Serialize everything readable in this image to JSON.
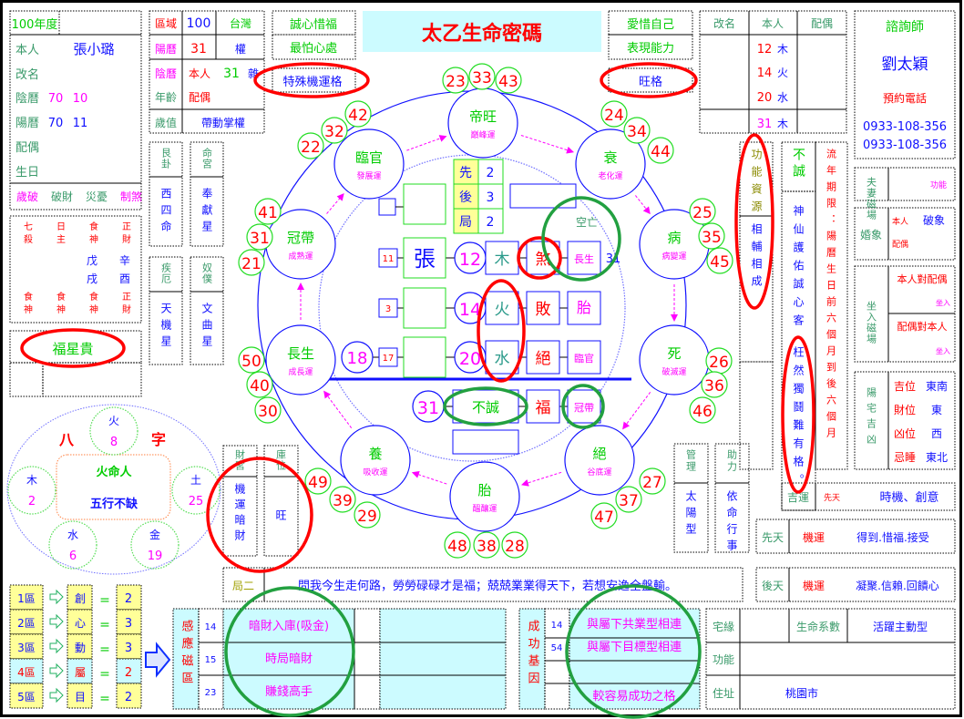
{
  "title": "太乙生命密碼",
  "header": {
    "left": [
      "誠心惜福",
      "最怕心處"
    ],
    "right": [
      "愛惜自己",
      "表現能力"
    ],
    "special_left": "特殊機運格",
    "special_right": "旺格"
  },
  "profile": {
    "year": "100年度",
    "self_label": "本人",
    "name": "張小璐",
    "rename_label": "改名",
    "lunar_label": "陰曆",
    "lunar": [
      "70",
      "10"
    ],
    "solar_label": "陽曆",
    "solar": [
      "70",
      "11"
    ],
    "spouse_label": "配偶",
    "birthday_label": "生日",
    "flags": [
      "歲破",
      "破財",
      "災憂",
      "制煞"
    ]
  },
  "region": {
    "region_label": "區域",
    "region_code": "100",
    "region_name": "台灣",
    "solar_label": "陽曆",
    "solar_value": "31",
    "solar_trait": "權",
    "lunar_label": "陰曆",
    "self_label": "本人",
    "self_value": "31",
    "self_trait": "雜",
    "age_label": "年齡",
    "spouse_label": "配偶",
    "year_value_label": "歲值",
    "year_value": "帶動掌權"
  },
  "side_cards": [
    {
      "title": "艮卦",
      "value": "西四命"
    },
    {
      "title": "命宮",
      "value": "奉獻星"
    },
    {
      "title": "疾厄",
      "value": "天機星"
    },
    {
      "title": "奴僕",
      "value": "文曲星"
    }
  ],
  "bazi_table": {
    "top": [
      "七殺",
      "日主",
      "食神",
      "正財"
    ],
    "stems": [
      "",
      "",
      "戊",
      "辛"
    ],
    "branches": [
      "",
      "",
      "戌",
      "酉"
    ],
    "bottom": [
      "食神",
      "食神",
      "食神",
      "正財"
    ]
  },
  "star": "福星貴",
  "bazi_wheel": {
    "ba": "八",
    "zi": "字",
    "fate": "火命人",
    "summary": "五行不缺",
    "elements": [
      {
        "name": "火",
        "value": "8"
      },
      {
        "name": "木",
        "value": "2"
      },
      {
        "name": "土",
        "value": "25"
      },
      {
        "name": "水",
        "value": "6"
      },
      {
        "name": "金",
        "value": "19"
      }
    ]
  },
  "zones": [
    {
      "zone": "1區",
      "key": "創",
      "value": "2"
    },
    {
      "zone": "2區",
      "key": "心",
      "value": "3"
    },
    {
      "zone": "3區",
      "key": "動",
      "value": "3"
    },
    {
      "zone": "4區",
      "key": "屬",
      "value": "2"
    },
    {
      "zone": "5區",
      "key": "目",
      "value": "2"
    }
  ],
  "zone_equals": "=",
  "resonance": {
    "label": "感應磁區",
    "rows": [
      {
        "num": "14",
        "text": "暗財入庫(吸金)"
      },
      {
        "num": "15",
        "text": "時局暗財"
      },
      {
        "num": "23",
        "text": "賺錢高手"
      }
    ]
  },
  "success": {
    "label": "成功基因",
    "rows": [
      {
        "num": "14",
        "text": "與屬下共業型相連"
      },
      {
        "num": "54",
        "text": "與屬下目標型相連"
      },
      {
        "num": "",
        "text": ""
      },
      {
        "num": "",
        "text": "較容易成功之格"
      }
    ]
  },
  "info": {
    "house_label": "宅緣",
    "life_label": "生命系數",
    "life_value": "活躍主動型",
    "function_label": "功能",
    "address_label": "住址",
    "address": "桃園市"
  },
  "verse": {
    "label": "局二",
    "text": "問我今生走何路，勞勞碌碌才是福；兢兢業業得天下，若想安逸全盤輸。"
  },
  "innate": {
    "label": "先天",
    "key": "機運",
    "value": "得到.惜福.接受"
  },
  "acquired": {
    "label": "後天",
    "key": "機運",
    "value": "凝聚.信賴.回饋心"
  },
  "luck": {
    "label": "吉運",
    "tag": "先天",
    "value": "時機、創意"
  },
  "manage": {
    "label": "管理",
    "value": "太陽型"
  },
  "help": {
    "label": "助力",
    "value": "依命行事"
  },
  "wealth": {
    "label": "財宮",
    "value": "機運暗財"
  },
  "vault": {
    "label": "庫位",
    "value": "旺"
  },
  "element_table": {
    "headers": [
      "改名",
      "本人",
      "配偶"
    ],
    "rows": [
      {
        "num": "12",
        "el": "木"
      },
      {
        "num": "14",
        "el": "火"
      },
      {
        "num": "20",
        "el": "水"
      },
      {
        "num": "31",
        "el": "木"
      }
    ]
  },
  "consultant": {
    "label": "諮詢師",
    "name": "劉太穎",
    "phone_label": "預約電話",
    "phones": [
      "0933-108-356",
      "0933-108-356"
    ]
  },
  "function_resource": {
    "top": "功能資源",
    "bottom": "相輔相成"
  },
  "sincerity": {
    "label": "不誠",
    "verse": "神仙護佑誠心客",
    "warning": "枉然獨鬪難有格。"
  },
  "period": "流年期限：陽曆生日前六個月到後六個月",
  "couple": {
    "label": "夫妻磁場",
    "value": "功能"
  },
  "marriage": {
    "label": "婚象",
    "self": "本人",
    "spouse": "配偶",
    "value": "破象"
  },
  "enter": {
    "label": "坐入磁場",
    "rows": [
      {
        "text": "本人對配偶",
        "value": "坐入"
      },
      {
        "text": "配偶對本人",
        "value": "坐入"
      }
    ]
  },
  "feng_shui": {
    "label": "陽宅吉凶",
    "rows": [
      {
        "k": "吉位",
        "v": "東南"
      },
      {
        "k": "財位",
        "v": "東"
      },
      {
        "k": "凶位",
        "v": "西"
      },
      {
        "k": "忌睡",
        "v": "東北"
      }
    ]
  },
  "wheel": {
    "stages": [
      {
        "name": "帝旺",
        "luck": "巔峰運",
        "numbers": [
          "23",
          "33",
          "43"
        ]
      },
      {
        "name": "衰",
        "luck": "老化運",
        "numbers": [
          "24",
          "34",
          "44"
        ]
      },
      {
        "name": "病",
        "luck": "病變運",
        "numbers": [
          "25",
          "35",
          "45"
        ]
      },
      {
        "name": "死",
        "luck": "破滅運",
        "numbers": [
          "26",
          "36",
          "46"
        ]
      },
      {
        "name": "絕",
        "luck": "谷底運",
        "numbers": [
          "27",
          "37",
          "47"
        ]
      },
      {
        "name": "胎",
        "luck": "醞釀運",
        "numbers": [
          "48",
          "38",
          "28"
        ]
      },
      {
        "name": "養",
        "luck": "吸收運",
        "numbers": [
          "49",
          "39",
          "29"
        ]
      },
      {
        "name": "長生",
        "luck": "成長運",
        "numbers": [
          "50",
          "40",
          "30"
        ]
      },
      {
        "name": "冠帶",
        "luck": "成熟運",
        "numbers": [
          "41",
          "31",
          "21"
        ]
      },
      {
        "name": "臨官",
        "luck": "發展運",
        "numbers": [
          "22",
          "32",
          "42"
        ]
      }
    ]
  },
  "center": {
    "order": [
      {
        "k": "先",
        "v": "2"
      },
      {
        "k": "後",
        "v": "3"
      },
      {
        "k": "局",
        "v": "2"
      }
    ],
    "void_label": "空亡",
    "rows": [
      {
        "tag": "11",
        "char": "張",
        "num": "12",
        "el": "木",
        "state": "煞",
        "stage": "長生",
        "extra": "31"
      },
      {
        "tag": "3",
        "char": "",
        "num": "14",
        "el": "火",
        "state": "敗",
        "stage": "胎"
      },
      {
        "lead": "18",
        "tag": "17",
        "char": "",
        "num": "20",
        "el": "水",
        "state": "絕",
        "stage": "臨官"
      }
    ],
    "bottom": {
      "num": "31",
      "el": "不誠",
      "state": "福",
      "stage": "冠帶"
    }
  },
  "colors": {
    "blue": "#1010ff",
    "red": "#ff0000",
    "magenta": "#ff00ff",
    "green": "#00cc00",
    "teal": "#3a9a6a",
    "cyan": "#ccfbff",
    "yellow": "#ffff99",
    "ring_green": "#22a040"
  }
}
